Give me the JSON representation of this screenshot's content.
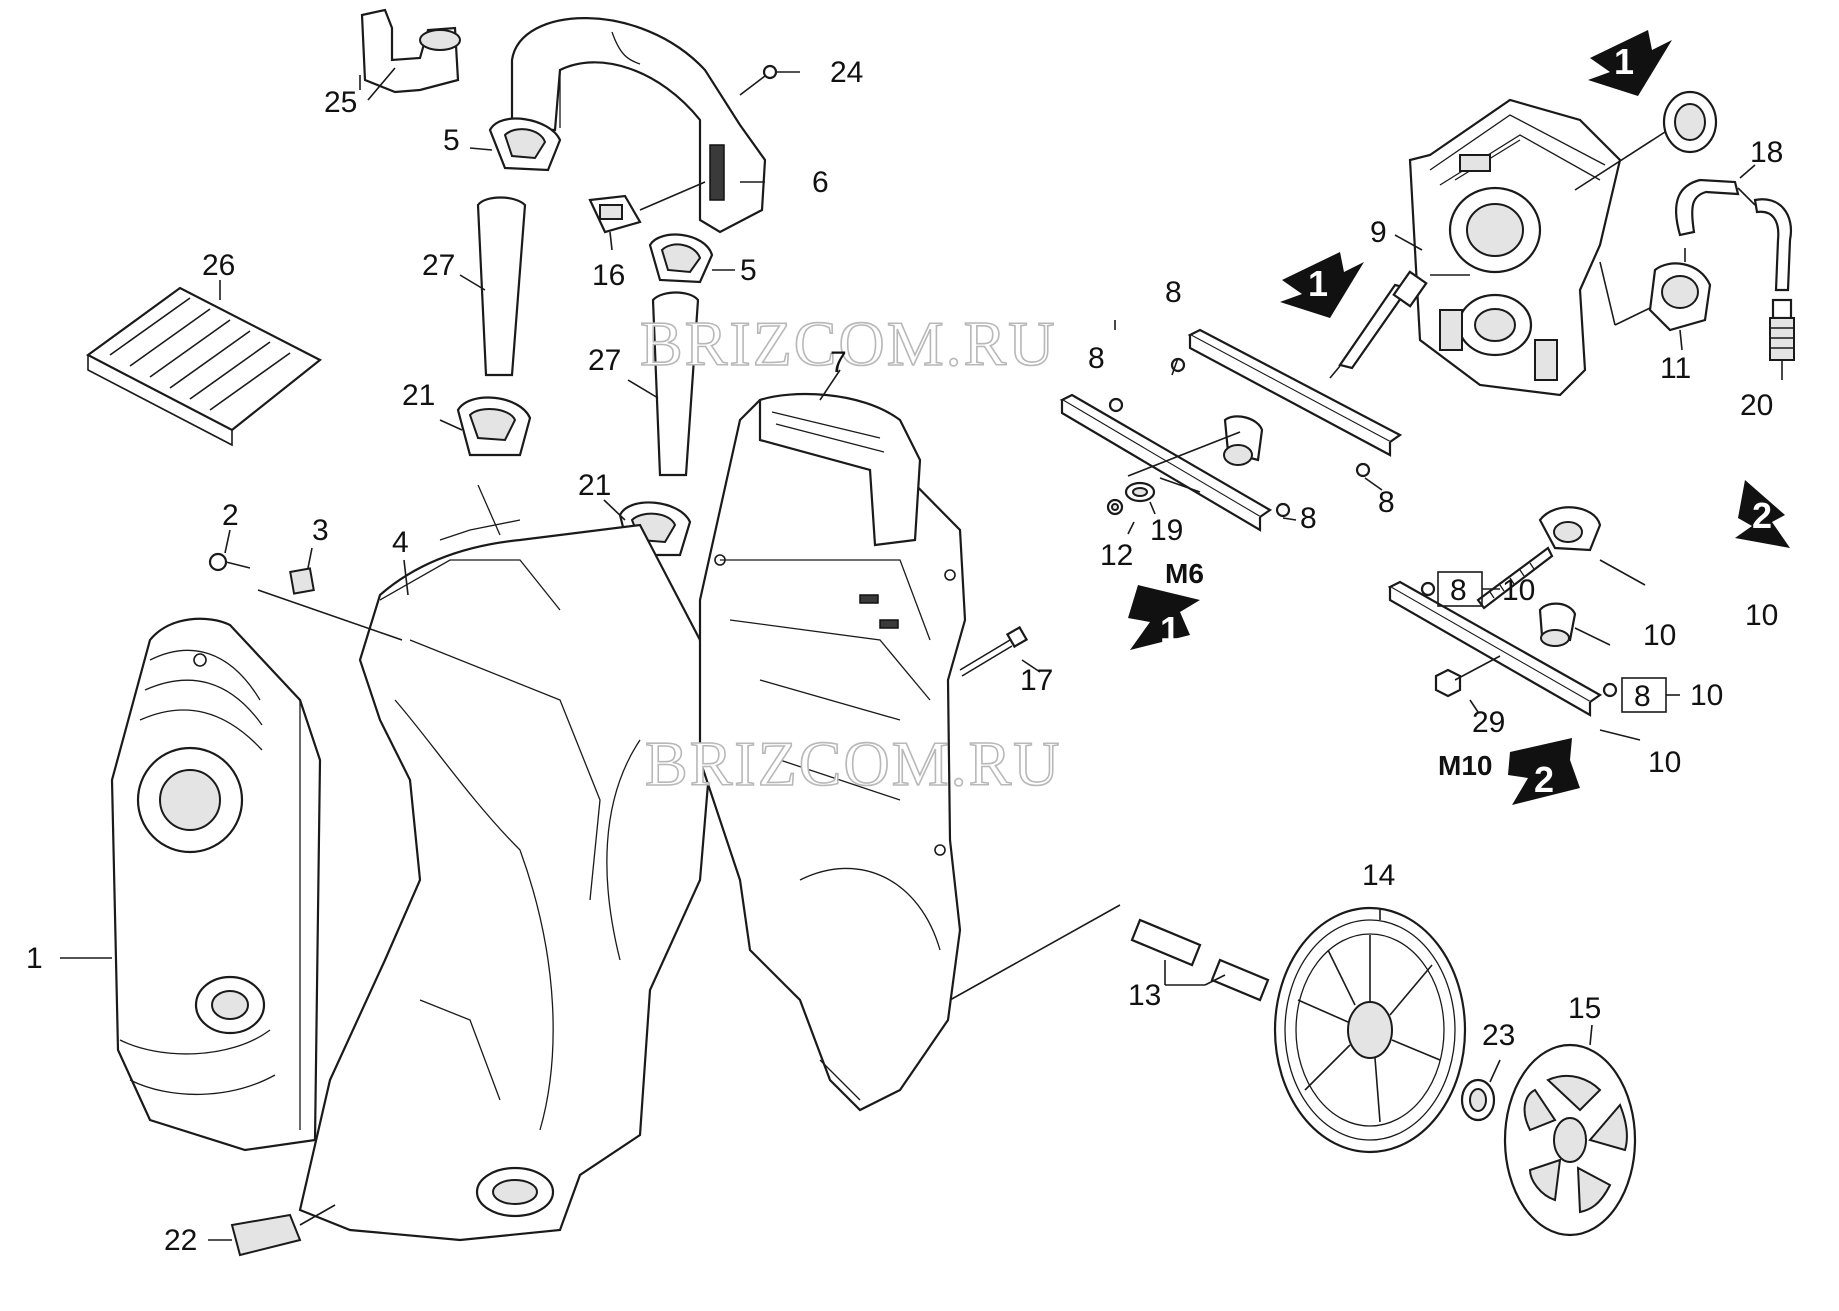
{
  "watermarks": [
    "BRIZCOM.RU",
    "BRIZCOM.RU"
  ],
  "markers": {
    "m6": "M6",
    "m10": "M10",
    "arrow_one": "1",
    "arrow_two": "2"
  },
  "part_labels": {
    "p1": "1",
    "p2": "2",
    "p3": "3",
    "p4": "4",
    "p5a": "5",
    "p5b": "5",
    "p6": "6",
    "p7": "7",
    "p8a": "8",
    "p8b": "8",
    "p8c": "8",
    "p8d": "8",
    "p8e": "8",
    "p8f": "8",
    "p9": "9",
    "p10a": "10",
    "p10b": "10",
    "p10c": "10",
    "p10d": "10",
    "p10e": "10",
    "p11": "11",
    "p12": "12",
    "p13": "13",
    "p14": "14",
    "p15": "15",
    "p16": "16",
    "p17": "17",
    "p18": "18",
    "p19": "19",
    "p20": "20",
    "p21a": "21",
    "p21b": "21",
    "p22": "22",
    "p23": "23",
    "p24": "24",
    "p25": "25",
    "p26": "26",
    "p27a": "27",
    "p27b": "27",
    "p29": "29"
  },
  "colors": {
    "line": "#1a1a1a",
    "fill_light": "#e4e4e4",
    "watermark_stroke": "#b8b8b8"
  }
}
